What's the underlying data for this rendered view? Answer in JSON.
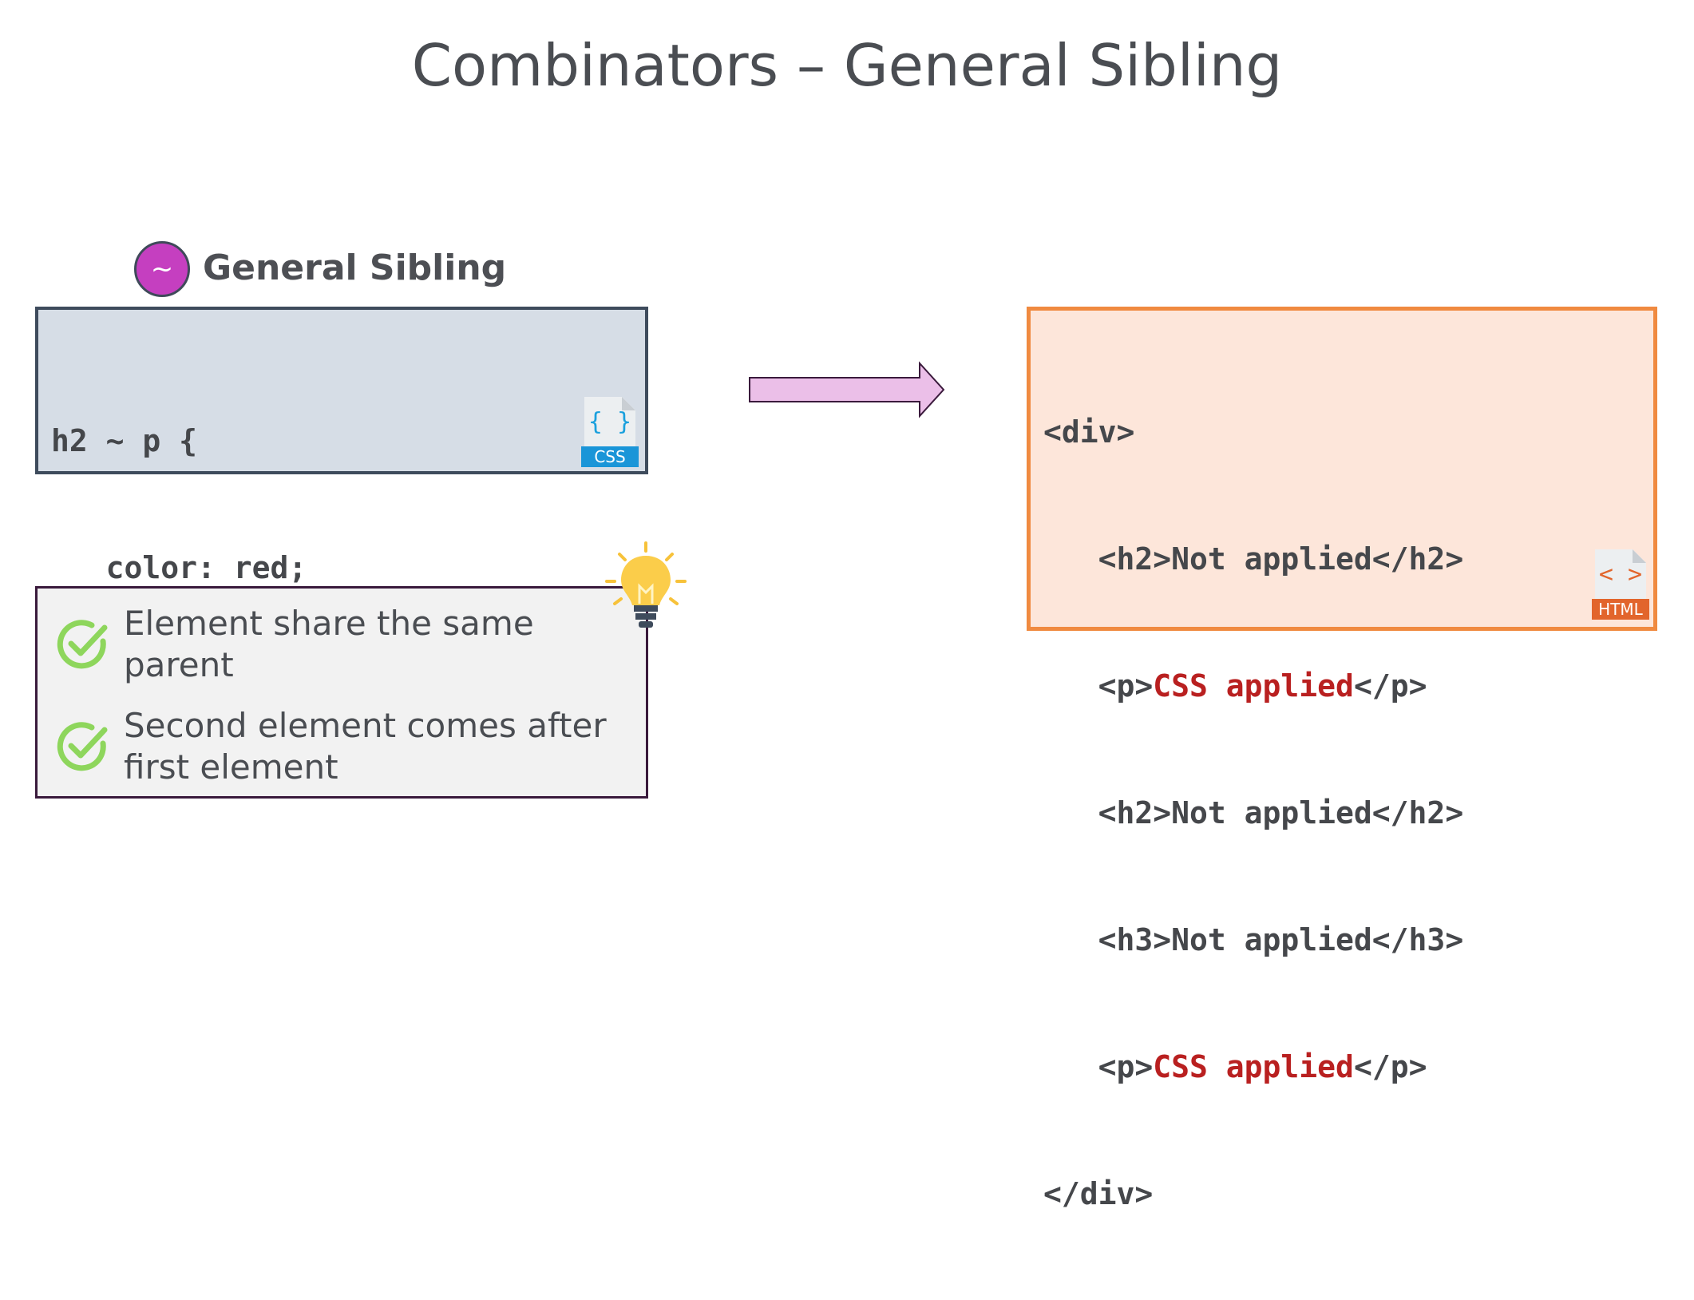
{
  "slide": {
    "title": "Combinators – General Sibling"
  },
  "selector_badge": {
    "symbol": "~",
    "label": "General Sibling"
  },
  "css_panel": {
    "code_lines": [
      "h2 ~ p {",
      "   color: red;",
      "}"
    ],
    "icon": "css-file-icon",
    "icon_glyph": "{ }",
    "icon_tag": "CSS"
  },
  "html_panel": {
    "line_1": "<div>",
    "line_2": "   <h2>Not applied</h2>",
    "line_3_open": "   <p>",
    "line_3_text": "CSS applied",
    "line_3_close": "</p>",
    "line_4": "   <h2>Not applied</h2>",
    "line_5": "   <h3>Not applied</h3>",
    "line_6_open": "   <p>",
    "line_6_text": "CSS applied",
    "line_6_close": "</p>",
    "line_7": "</div>",
    "icon": "html-file-icon",
    "icon_glyph": "< >",
    "icon_tag": "HTML"
  },
  "tips": {
    "icon": "lightbulb-icon",
    "items": [
      {
        "icon": "check-circle-icon",
        "text": "Element share the same parent"
      },
      {
        "icon": "check-circle-icon",
        "text": "Second element comes after first element"
      }
    ]
  },
  "colors": {
    "badge": "#c53fc0",
    "css_panel_bg": "#d6dde6",
    "html_panel_bg": "#fde6da",
    "html_panel_border": "#f08a40",
    "highlight": "#b92020",
    "arrow_fill": "#ebbfe8",
    "check": "#8ed65c"
  }
}
